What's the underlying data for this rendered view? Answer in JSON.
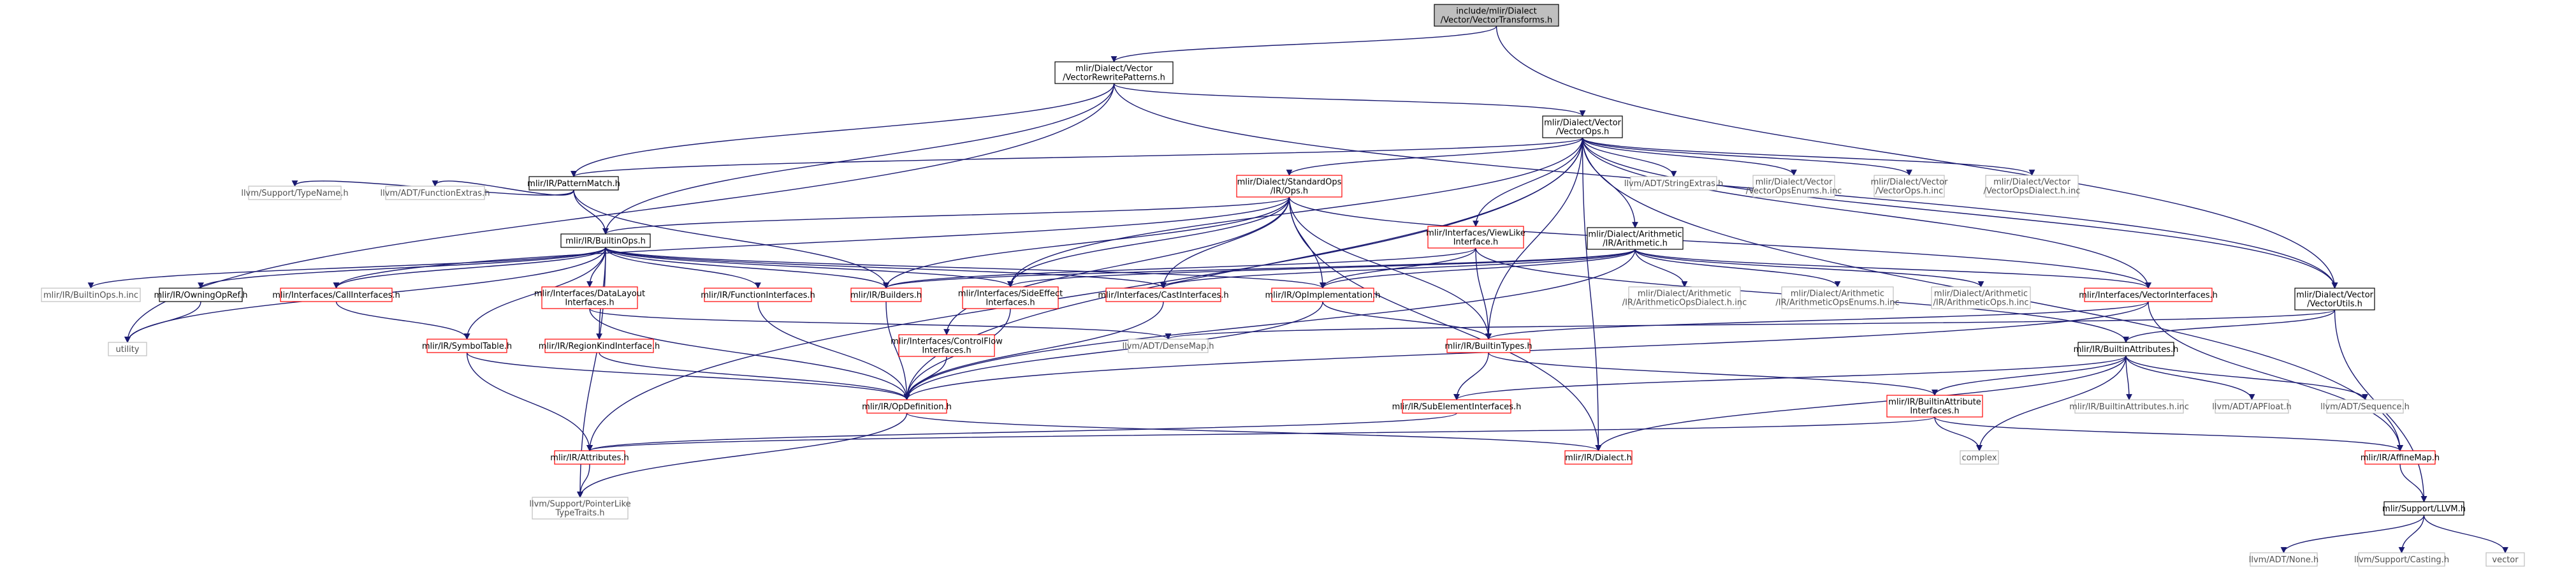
{
  "graph": {
    "type": "include-dependency-graph",
    "colors": {
      "edge": "#191970",
      "root_fill": "#bfbfbf",
      "documented_border": "#000000",
      "incomplete_border": "#ff0000",
      "external_border": "#bfbfbf"
    },
    "nodes": [
      {
        "id": "vt",
        "lines": [
          "include/mlir/Dialect",
          "/Vector/VectorTransforms.h"
        ],
        "style": "root"
      },
      {
        "id": "vrp",
        "lines": [
          "mlir/Dialect/Vector",
          "/VectorRewritePatterns.h"
        ],
        "style": "black"
      },
      {
        "id": "vo",
        "lines": [
          "mlir/Dialect/Vector",
          "/VectorOps.h"
        ],
        "style": "black"
      },
      {
        "id": "pm",
        "lines": [
          "mlir/IR/PatternMatch.h"
        ],
        "style": "black"
      },
      {
        "id": "so",
        "lines": [
          "mlir/Dialect/StandardOps",
          "/IR/Ops.h"
        ],
        "style": "red"
      },
      {
        "id": "se",
        "lines": [
          "llvm/ADT/StringExtras.h"
        ],
        "style": "gray"
      },
      {
        "id": "voe",
        "lines": [
          "mlir/Dialect/Vector",
          "/VectorOpsEnums.h.inc"
        ],
        "style": "gray"
      },
      {
        "id": "voh",
        "lines": [
          "mlir/Dialect/Vector",
          "/VectorOps.h.inc"
        ],
        "style": "gray"
      },
      {
        "id": "vod",
        "lines": [
          "mlir/Dialect/Vector",
          "/VectorOpsDialect.h.inc"
        ],
        "style": "gray"
      },
      {
        "id": "tn",
        "lines": [
          "llvm/Support/TypeName.h"
        ],
        "style": "gray"
      },
      {
        "id": "fe",
        "lines": [
          "llvm/ADT/FunctionExtras.h"
        ],
        "style": "gray"
      },
      {
        "id": "bo",
        "lines": [
          "mlir/IR/BuiltinOps.h"
        ],
        "style": "black"
      },
      {
        "id": "vli",
        "lines": [
          "mlir/Interfaces/ViewLike",
          "Interface.h"
        ],
        "style": "red"
      },
      {
        "id": "ar",
        "lines": [
          "mlir/Dialect/Arithmetic",
          "/IR/Arithmetic.h"
        ],
        "style": "black"
      },
      {
        "id": "vu",
        "lines": [
          "mlir/Dialect/Vector",
          "/VectorUtils.h"
        ],
        "style": "black"
      },
      {
        "id": "boi",
        "lines": [
          "mlir/IR/BuiltinOps.h.inc"
        ],
        "style": "gray"
      },
      {
        "id": "oor",
        "lines": [
          "mlir/IR/OwningOpRef.h"
        ],
        "style": "black"
      },
      {
        "id": "ci",
        "lines": [
          "mlir/Interfaces/CallInterfaces.h"
        ],
        "style": "red"
      },
      {
        "id": "dli",
        "lines": [
          "mlir/Interfaces/DataLayout",
          "Interfaces.h"
        ],
        "style": "red"
      },
      {
        "id": "fi",
        "lines": [
          "mlir/IR/FunctionInterfaces.h"
        ],
        "style": "red"
      },
      {
        "id": "bu",
        "lines": [
          "mlir/IR/Builders.h"
        ],
        "style": "red"
      },
      {
        "id": "sei",
        "lines": [
          "mlir/Interfaces/SideEffect",
          "Interfaces.h"
        ],
        "style": "red"
      },
      {
        "id": "cai",
        "lines": [
          "mlir/Interfaces/CastInterfaces.h"
        ],
        "style": "red"
      },
      {
        "id": "oi",
        "lines": [
          "mlir/IR/OpImplementation.h"
        ],
        "style": "red"
      },
      {
        "id": "aad",
        "lines": [
          "mlir/Dialect/Arithmetic",
          "/IR/ArithmeticOpsDialect.h.inc"
        ],
        "style": "gray"
      },
      {
        "id": "aae",
        "lines": [
          "mlir/Dialect/Arithmetic",
          "/IR/ArithmeticOpsEnums.h.inc"
        ],
        "style": "gray"
      },
      {
        "id": "aao",
        "lines": [
          "mlir/Dialect/Arithmetic",
          "/IR/ArithmeticOps.h.inc"
        ],
        "style": "gray"
      },
      {
        "id": "vi",
        "lines": [
          "mlir/Interfaces/VectorInterfaces.h"
        ],
        "style": "red"
      },
      {
        "id": "ut",
        "lines": [
          "utility"
        ],
        "style": "gray"
      },
      {
        "id": "st",
        "lines": [
          "mlir/IR/SymbolTable.h"
        ],
        "style": "red"
      },
      {
        "id": "rk",
        "lines": [
          "mlir/IR/RegionKindInterface.h"
        ],
        "style": "red"
      },
      {
        "id": "cf",
        "lines": [
          "mlir/Interfaces/ControlFlow",
          "Interfaces.h"
        ],
        "style": "red"
      },
      {
        "id": "dm",
        "lines": [
          "llvm/ADT/DenseMap.h"
        ],
        "style": "gray"
      },
      {
        "id": "bt",
        "lines": [
          "mlir/IR/BuiltinTypes.h"
        ],
        "style": "red"
      },
      {
        "id": "ba",
        "lines": [
          "mlir/IR/BuiltinAttributes.h"
        ],
        "style": "black"
      },
      {
        "id": "od",
        "lines": [
          "mlir/IR/OpDefinition.h"
        ],
        "style": "red"
      },
      {
        "id": "sei2",
        "lines": [
          "mlir/IR/SubElementInterfaces.h"
        ],
        "style": "red"
      },
      {
        "id": "bai",
        "lines": [
          "mlir/IR/BuiltinAttribute",
          "Interfaces.h"
        ],
        "style": "red"
      },
      {
        "id": "bainc",
        "lines": [
          "mlir/IR/BuiltinAttributes.h.inc"
        ],
        "style": "gray"
      },
      {
        "id": "apf",
        "lines": [
          "llvm/ADT/APFloat.h"
        ],
        "style": "gray"
      },
      {
        "id": "seq",
        "lines": [
          "llvm/ADT/Sequence.h"
        ],
        "style": "gray"
      },
      {
        "id": "at",
        "lines": [
          "mlir/IR/Attributes.h"
        ],
        "style": "red"
      },
      {
        "id": "di",
        "lines": [
          "mlir/IR/Dialect.h"
        ],
        "style": "red"
      },
      {
        "id": "cx",
        "lines": [
          "complex"
        ],
        "style": "gray"
      },
      {
        "id": "am",
        "lines": [
          "mlir/IR/AffineMap.h"
        ],
        "style": "red"
      },
      {
        "id": "plt",
        "lines": [
          "llvm/Support/PointerLike",
          "TypeTraits.h"
        ],
        "style": "gray"
      },
      {
        "id": "ll",
        "lines": [
          "mlir/Support/LLVM.h"
        ],
        "style": "black"
      },
      {
        "id": "no",
        "lines": [
          "llvm/ADT/None.h"
        ],
        "style": "gray"
      },
      {
        "id": "ca",
        "lines": [
          "llvm/Support/Casting.h"
        ],
        "style": "gray"
      },
      {
        "id": "ve",
        "lines": [
          "vector"
        ],
        "style": "gray"
      }
    ],
    "edges": [
      [
        "vt",
        "vrp"
      ],
      [
        "vt",
        "vu"
      ],
      [
        "vrp",
        "vo"
      ],
      [
        "vrp",
        "pm"
      ],
      [
        "vrp",
        "bo"
      ],
      [
        "vrp",
        "vu"
      ],
      [
        "vrp",
        "ut"
      ],
      [
        "vo",
        "pm"
      ],
      [
        "vo",
        "so"
      ],
      [
        "vo",
        "se"
      ],
      [
        "vo",
        "voe"
      ],
      [
        "vo",
        "voh"
      ],
      [
        "vo",
        "vod"
      ],
      [
        "vo",
        "vli"
      ],
      [
        "vo",
        "ar"
      ],
      [
        "vo",
        "vi"
      ],
      [
        "vo",
        "vu"
      ],
      [
        "vo",
        "bt"
      ],
      [
        "vo",
        "od"
      ],
      [
        "vo",
        "at"
      ],
      [
        "vo",
        "am"
      ],
      [
        "vo",
        "sei"
      ],
      [
        "vo",
        "di"
      ],
      [
        "pm",
        "tn"
      ],
      [
        "pm",
        "fe"
      ],
      [
        "pm",
        "bo"
      ],
      [
        "pm",
        "bu"
      ],
      [
        "so",
        "bo"
      ],
      [
        "so",
        "ci"
      ],
      [
        "so",
        "cf"
      ],
      [
        "so",
        "bu"
      ],
      [
        "so",
        "sei"
      ],
      [
        "so",
        "cai"
      ],
      [
        "so",
        "oi"
      ],
      [
        "so",
        "bt"
      ],
      [
        "so",
        "vi"
      ],
      [
        "so",
        "di"
      ],
      [
        "bo",
        "boi"
      ],
      [
        "bo",
        "oor"
      ],
      [
        "bo",
        "ci"
      ],
      [
        "bo",
        "dli"
      ],
      [
        "bo",
        "fi"
      ],
      [
        "bo",
        "bu"
      ],
      [
        "bo",
        "sei"
      ],
      [
        "bo",
        "cai"
      ],
      [
        "bo",
        "oi"
      ],
      [
        "bo",
        "st"
      ],
      [
        "bo",
        "rk"
      ],
      [
        "bo",
        "ut"
      ],
      [
        "bo",
        "plt"
      ],
      [
        "vli",
        "bu"
      ],
      [
        "vli",
        "oi"
      ],
      [
        "vli",
        "bt"
      ],
      [
        "vli",
        "ba"
      ],
      [
        "ar",
        "aad"
      ],
      [
        "ar",
        "aae"
      ],
      [
        "ar",
        "aao"
      ],
      [
        "ar",
        "sei"
      ],
      [
        "ar",
        "cai"
      ],
      [
        "ar",
        "oi"
      ],
      [
        "ar",
        "vi"
      ],
      [
        "ar",
        "bu"
      ],
      [
        "ar",
        "od"
      ],
      [
        "vu",
        "ba"
      ],
      [
        "vu",
        "dm"
      ],
      [
        "vu",
        "ll"
      ],
      [
        "oor",
        "ut"
      ],
      [
        "ci",
        "st"
      ],
      [
        "dli",
        "od"
      ],
      [
        "dli",
        "dm"
      ],
      [
        "fi",
        "od"
      ],
      [
        "bu",
        "od"
      ],
      [
        "sei",
        "od"
      ],
      [
        "cai",
        "od"
      ],
      [
        "oi",
        "bt"
      ],
      [
        "oi",
        "od"
      ],
      [
        "vi",
        "bt"
      ],
      [
        "vi",
        "od"
      ],
      [
        "vi",
        "am"
      ],
      [
        "st",
        "od"
      ],
      [
        "st",
        "at"
      ],
      [
        "rk",
        "od"
      ],
      [
        "cf",
        "od"
      ],
      [
        "bt",
        "sei2"
      ],
      [
        "bt",
        "bai"
      ],
      [
        "ba",
        "bai"
      ],
      [
        "ba",
        "bainc"
      ],
      [
        "ba",
        "apf"
      ],
      [
        "ba",
        "seq"
      ],
      [
        "ba",
        "cx"
      ],
      [
        "ba",
        "sei2"
      ],
      [
        "ba",
        "di"
      ],
      [
        "od",
        "di"
      ],
      [
        "od",
        "plt"
      ],
      [
        "sei2",
        "at"
      ],
      [
        "bai",
        "at"
      ],
      [
        "bai",
        "cx"
      ],
      [
        "bai",
        "am"
      ],
      [
        "at",
        "plt"
      ],
      [
        "am",
        "ll"
      ],
      [
        "ll",
        "no"
      ],
      [
        "ll",
        "ca"
      ],
      [
        "ll",
        "ve"
      ]
    ]
  }
}
